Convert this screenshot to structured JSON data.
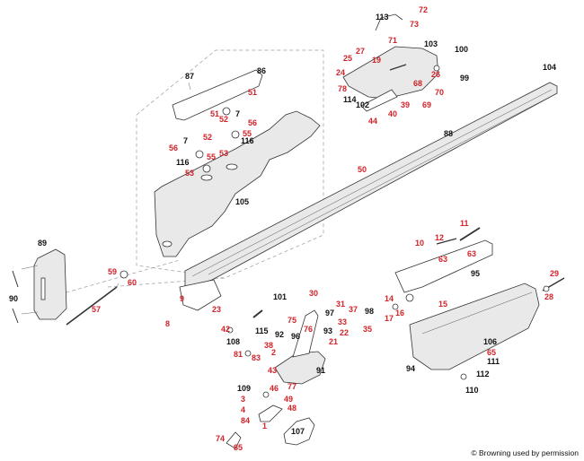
{
  "colors": {
    "red_label": "#d2232a",
    "black_label": "#111111",
    "outline": "#333333"
  },
  "labels": [
    {
      "text": "72",
      "color": "red"
    },
    {
      "text": "113",
      "color": "black"
    },
    {
      "text": "73",
      "color": "red"
    },
    {
      "text": "71",
      "color": "red"
    },
    {
      "text": "103",
      "color": "black"
    },
    {
      "text": "100",
      "color": "black"
    },
    {
      "text": "27",
      "color": "red"
    },
    {
      "text": "25",
      "color": "red"
    },
    {
      "text": "19",
      "color": "red"
    },
    {
      "text": "24",
      "color": "red"
    },
    {
      "text": "26",
      "color": "red"
    },
    {
      "text": "99",
      "color": "black"
    },
    {
      "text": "78",
      "color": "red"
    },
    {
      "text": "68",
      "color": "red"
    },
    {
      "text": "70",
      "color": "red"
    },
    {
      "text": "114",
      "color": "black"
    },
    {
      "text": "102",
      "color": "black"
    },
    {
      "text": "39",
      "color": "red"
    },
    {
      "text": "69",
      "color": "red"
    },
    {
      "text": "40",
      "color": "red"
    },
    {
      "text": "44",
      "color": "red"
    },
    {
      "text": "104",
      "color": "black"
    },
    {
      "text": "87",
      "color": "black"
    },
    {
      "text": "86",
      "color": "black"
    },
    {
      "text": "51",
      "color": "red"
    },
    {
      "text": "51",
      "color": "red"
    },
    {
      "text": "52",
      "color": "red"
    },
    {
      "text": "7",
      "color": "black"
    },
    {
      "text": "56",
      "color": "red"
    },
    {
      "text": "55",
      "color": "red"
    },
    {
      "text": "116",
      "color": "black"
    },
    {
      "text": "56",
      "color": "red"
    },
    {
      "text": "7",
      "color": "black"
    },
    {
      "text": "52",
      "color": "red"
    },
    {
      "text": "53",
      "color": "red"
    },
    {
      "text": "55",
      "color": "red"
    },
    {
      "text": "116",
      "color": "black"
    },
    {
      "text": "53",
      "color": "red"
    },
    {
      "text": "88",
      "color": "black"
    },
    {
      "text": "50",
      "color": "red"
    },
    {
      "text": "105",
      "color": "black"
    },
    {
      "text": "11",
      "color": "red"
    },
    {
      "text": "12",
      "color": "red"
    },
    {
      "text": "10",
      "color": "red"
    },
    {
      "text": "63",
      "color": "red"
    },
    {
      "text": "63",
      "color": "red"
    },
    {
      "text": "89",
      "color": "black"
    },
    {
      "text": "95",
      "color": "black"
    },
    {
      "text": "29",
      "color": "red"
    },
    {
      "text": "59",
      "color": "red"
    },
    {
      "text": "60",
      "color": "red"
    },
    {
      "text": "28",
      "color": "red"
    },
    {
      "text": "90",
      "color": "black"
    },
    {
      "text": "57",
      "color": "red"
    },
    {
      "text": "9",
      "color": "red"
    },
    {
      "text": "101",
      "color": "black"
    },
    {
      "text": "30",
      "color": "red"
    },
    {
      "text": "14",
      "color": "red"
    },
    {
      "text": "15",
      "color": "red"
    },
    {
      "text": "16",
      "color": "red"
    },
    {
      "text": "23",
      "color": "red"
    },
    {
      "text": "31",
      "color": "red"
    },
    {
      "text": "97",
      "color": "black"
    },
    {
      "text": "37",
      "color": "red"
    },
    {
      "text": "98",
      "color": "black"
    },
    {
      "text": "17",
      "color": "red"
    },
    {
      "text": "8",
      "color": "red"
    },
    {
      "text": "75",
      "color": "red"
    },
    {
      "text": "33",
      "color": "red"
    },
    {
      "text": "35",
      "color": "red"
    },
    {
      "text": "42",
      "color": "red"
    },
    {
      "text": "115",
      "color": "black"
    },
    {
      "text": "76",
      "color": "red"
    },
    {
      "text": "93",
      "color": "black"
    },
    {
      "text": "22",
      "color": "red"
    },
    {
      "text": "92",
      "color": "black"
    },
    {
      "text": "96",
      "color": "black"
    },
    {
      "text": "21",
      "color": "red"
    },
    {
      "text": "108",
      "color": "black"
    },
    {
      "text": "38",
      "color": "red"
    },
    {
      "text": "2",
      "color": "red"
    },
    {
      "text": "106",
      "color": "black"
    },
    {
      "text": "65",
      "color": "red"
    },
    {
      "text": "81",
      "color": "red"
    },
    {
      "text": "83",
      "color": "red"
    },
    {
      "text": "111",
      "color": "black"
    },
    {
      "text": "94",
      "color": "black"
    },
    {
      "text": "43",
      "color": "red"
    },
    {
      "text": "91",
      "color": "black"
    },
    {
      "text": "112",
      "color": "black"
    },
    {
      "text": "110",
      "color": "black"
    },
    {
      "text": "77",
      "color": "red"
    },
    {
      "text": "109",
      "color": "black"
    },
    {
      "text": "46",
      "color": "red"
    },
    {
      "text": "3",
      "color": "red"
    },
    {
      "text": "49",
      "color": "red"
    },
    {
      "text": "4",
      "color": "red"
    },
    {
      "text": "48",
      "color": "red"
    },
    {
      "text": "84",
      "color": "red"
    },
    {
      "text": "1",
      "color": "red"
    },
    {
      "text": "107",
      "color": "black"
    },
    {
      "text": "74",
      "color": "red"
    },
    {
      "text": "85",
      "color": "red"
    }
  ],
  "footer": {
    "copyright": "© Browning used by permission"
  }
}
